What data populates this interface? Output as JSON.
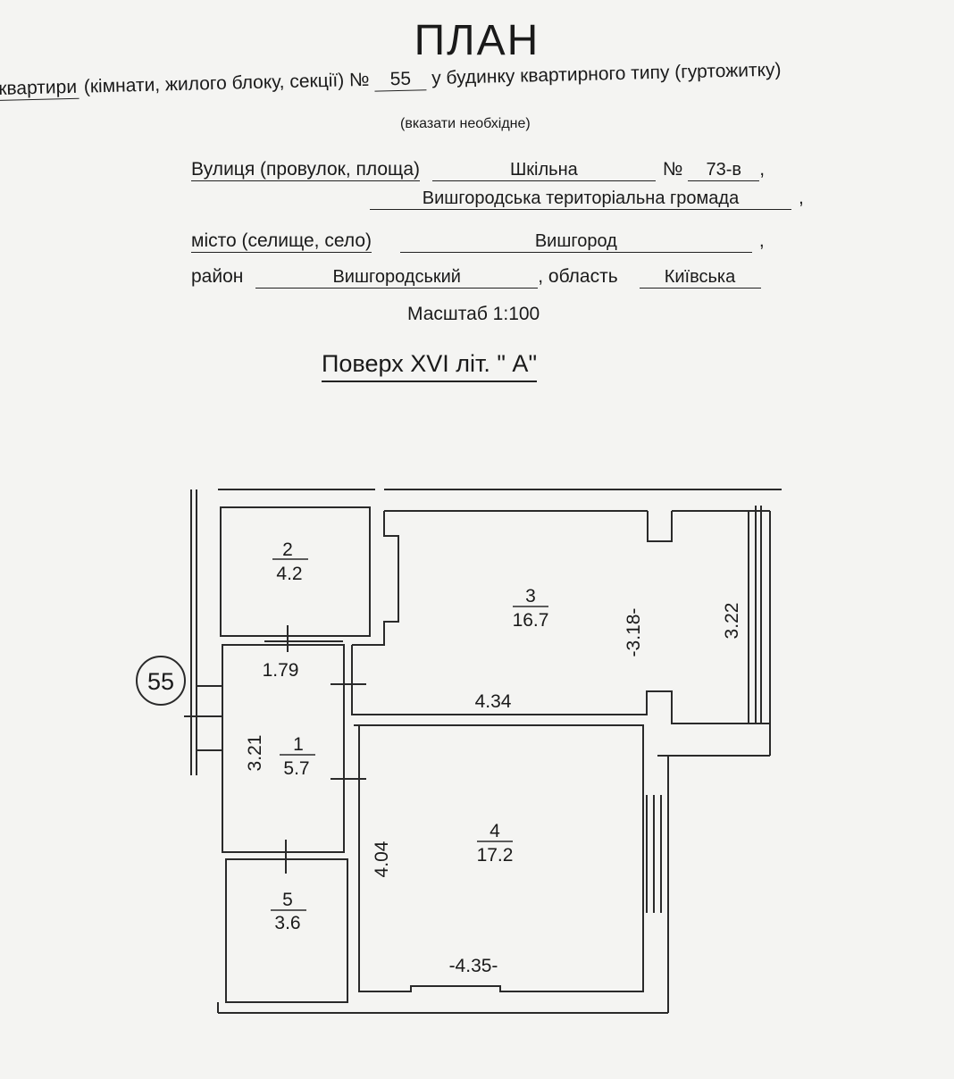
{
  "header": {
    "title": "ПЛАН",
    "line1_prefix": "квартири",
    "line1_mid": " (кімнати, жилого блоку, секції) №",
    "apartment_no": "55",
    "line1_suffix": "у будинку квартирного типу (гуртожитку)",
    "note": "(вказати необхідне)"
  },
  "address": {
    "street_label": "Вулиця (провулок, площа)",
    "street_value": "Шкільна",
    "no_label": "№",
    "no_value": "73-в",
    "community_value": "Вишгородська територіальна громада",
    "city_label": "місто (селище, село)",
    "city_value": "Вишгород",
    "district_label": "район",
    "district_value": "Вишгородський",
    "region_label": ", область",
    "region_value": "Київська",
    "comma": ","
  },
  "scale": "Масштаб  1:100",
  "floor": "Поверх  XVI  літ.  \"  А\"",
  "plan": {
    "apartment_marker": "55",
    "rooms": [
      {
        "number": "1",
        "area": "5.7"
      },
      {
        "number": "2",
        "area": "4.2"
      },
      {
        "number": "3",
        "area": "16.7"
      },
      {
        "number": "4",
        "area": "17.2"
      },
      {
        "number": "5",
        "area": "3.6"
      }
    ],
    "dimensions": {
      "d_1_79": "1.79",
      "d_3_21": "3.21",
      "d_4_34": "4.34",
      "d_3_18": "-3.18-",
      "d_3_22": "3.22",
      "d_4_04": "4.04",
      "d_4_35": "-4.35-"
    }
  }
}
